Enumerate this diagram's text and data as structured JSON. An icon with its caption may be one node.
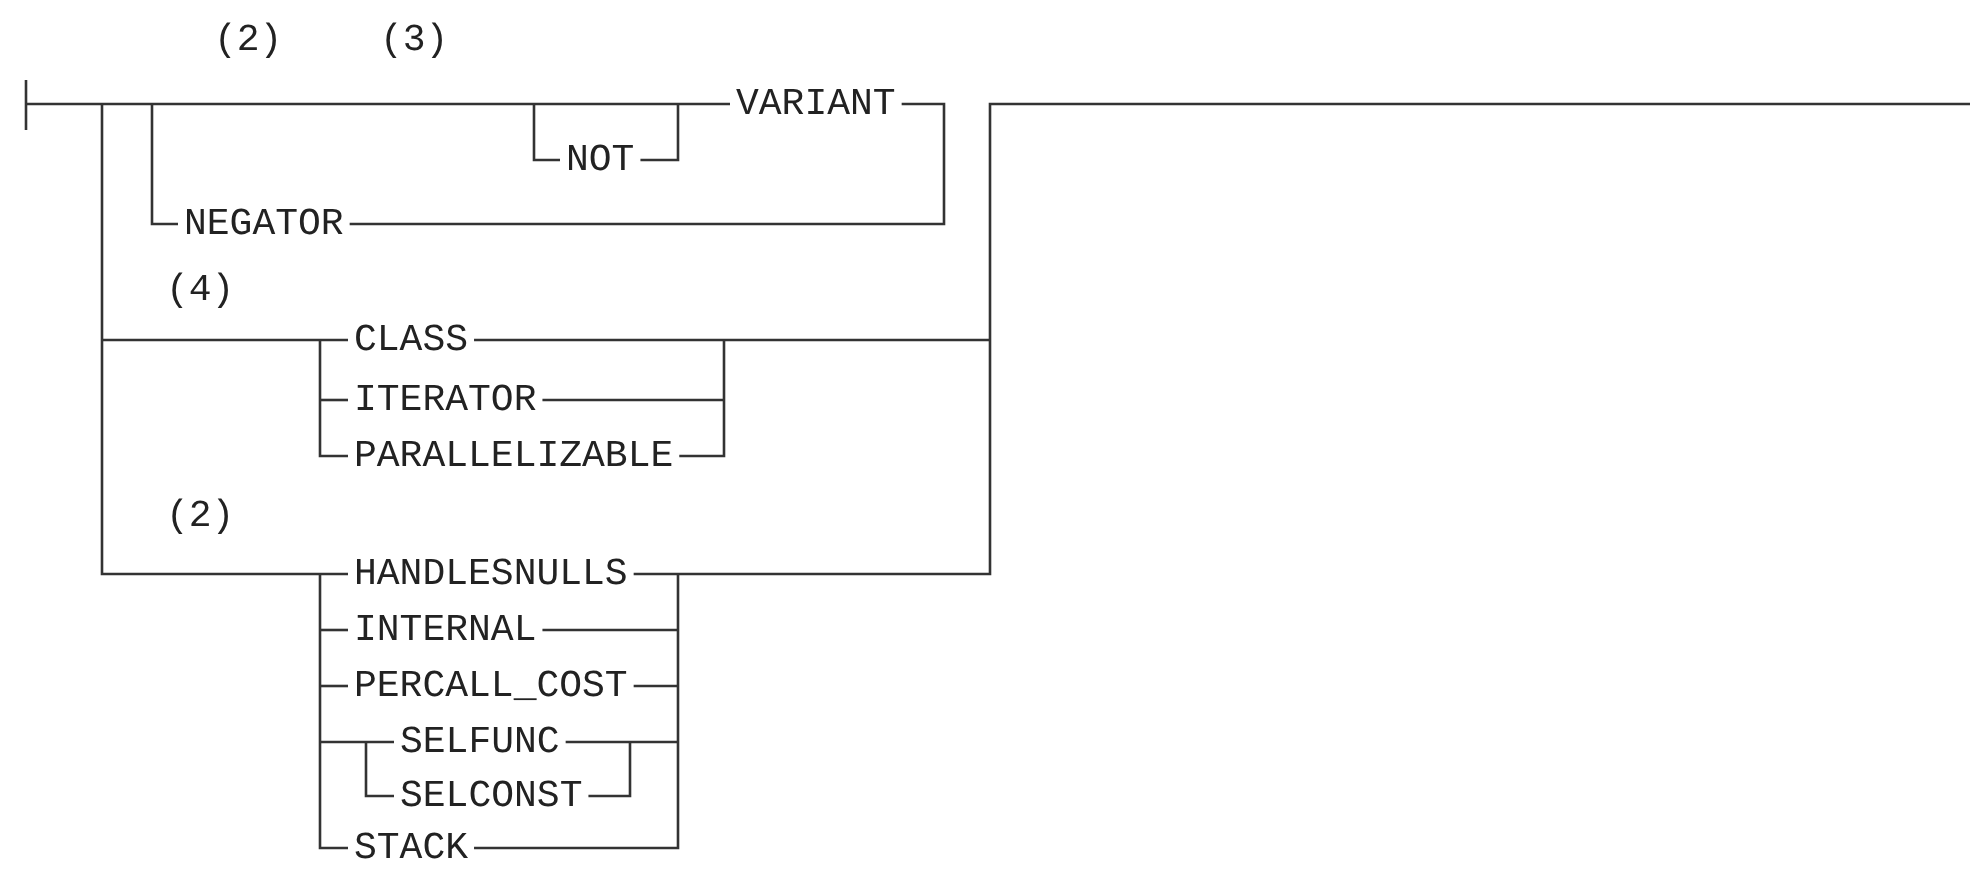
{
  "diagram": {
    "labels": [
      "(2)",
      "(3)",
      "VARIANT",
      "NOT",
      "NEGATOR",
      "(4)",
      "CLASS",
      "ITERATOR",
      "PARALLELIZABLE",
      "(2)",
      "HANDLESNULLS",
      "INTERNAL",
      "PERCALL_COST",
      "SELFUNC",
      "SELCONST",
      "STACK"
    ]
  }
}
